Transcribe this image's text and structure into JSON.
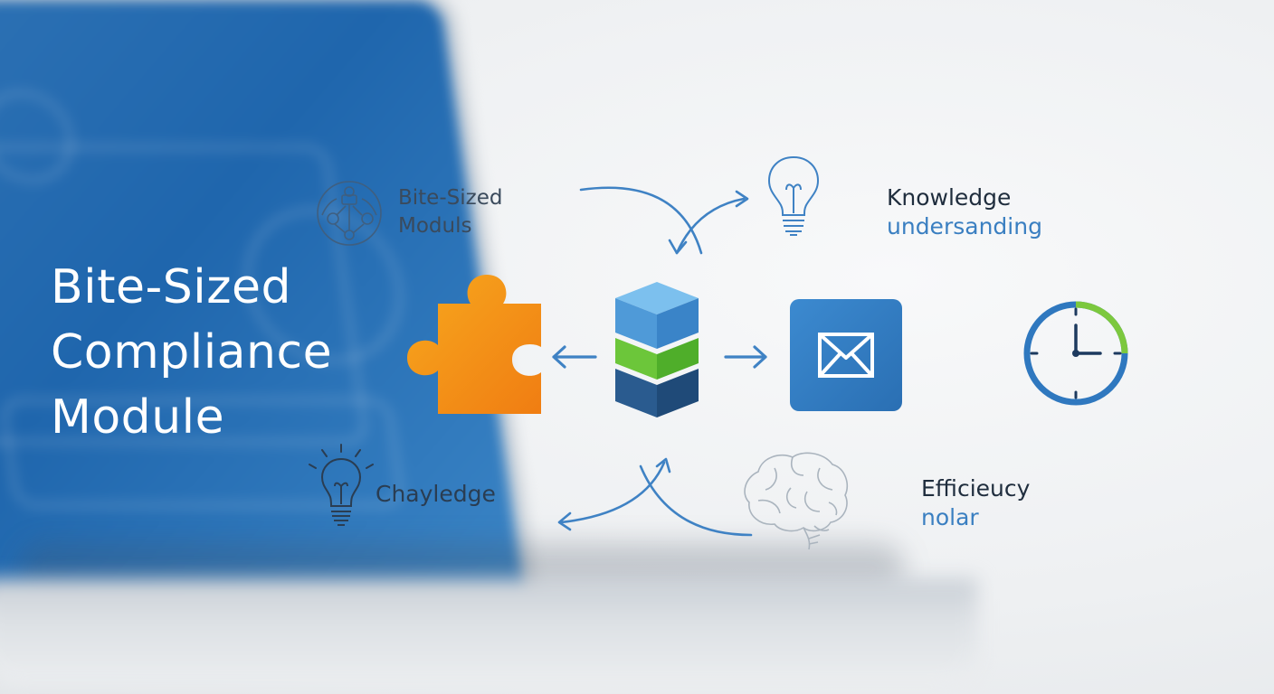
{
  "headline": {
    "line1": "Bite-Sized",
    "line2": "Compliance",
    "line3": "Module"
  },
  "top_left_label": {
    "line1": "Bite-Sized",
    "line2": "Moduls"
  },
  "top_right_label": {
    "line1": "Knowledge",
    "line2": "undersanding"
  },
  "bottom_left_label": {
    "text": "Chayledge"
  },
  "bottom_right_label": {
    "line1": "Efficieucy",
    "line2": "nolar"
  },
  "colors": {
    "brand_blue": "#2f78bf",
    "dark_navy": "#1d3a5f",
    "accent_green": "#6cc63a",
    "accent_orange": "#f28c1b",
    "text_dark": "#1f2d3d",
    "text_blue": "#3a7fc1"
  },
  "icons": [
    "puzzle-piece-icon",
    "layered-cube-icon",
    "mail-icon",
    "clock-icon",
    "lightbulb-icon",
    "brain-icon",
    "network-circle-icon"
  ]
}
